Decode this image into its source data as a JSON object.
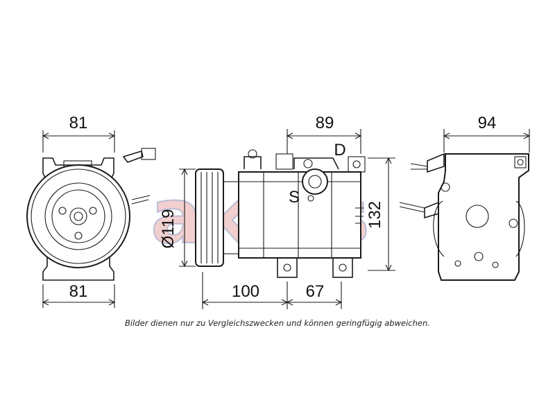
{
  "watermark": "aksis",
  "dimensions": {
    "front_width_top": "81",
    "front_width_bottom": "81",
    "side_top": "89",
    "diameter": "Ø119",
    "height": "132",
    "side_length_left": "100",
    "side_length_right": "67",
    "rear_width": "94"
  },
  "port_labels": {
    "discharge": "D",
    "suction": "S"
  },
  "caption": "Bilder dienen nur zu Vergleichszwecken und können geringfügig abweichen."
}
